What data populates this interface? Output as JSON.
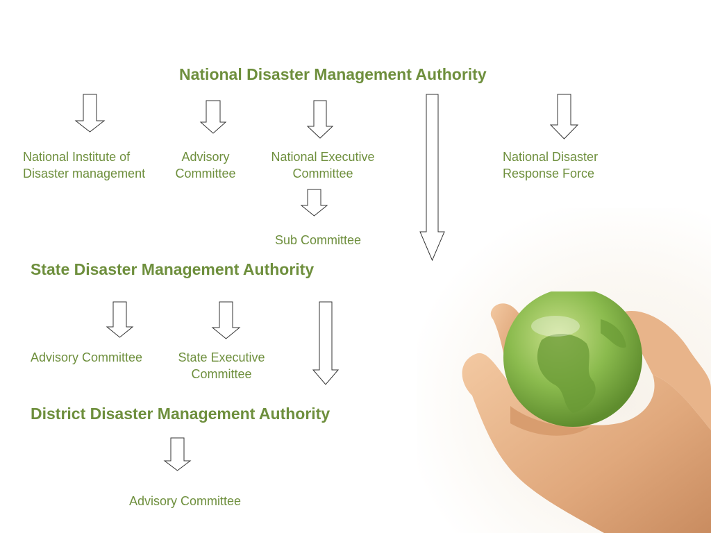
{
  "national": {
    "title": "National Disaster Management Authority",
    "nidm": "National Institute of\nDisaster management",
    "advisory": "Advisory\nCommittee",
    "nec": "National Executive\nCommittee",
    "ndrf": "National Disaster\nResponse Force",
    "sub": "Sub Committee"
  },
  "state": {
    "title": "State Disaster Management Authority",
    "advisory": "Advisory Committee",
    "sec": "State Executive\nCommittee"
  },
  "district": {
    "title": "District Disaster Management Authority",
    "advisory": "Advisory Committee"
  },
  "colors": {
    "text": "#6e8f3d",
    "globe": "#7fae4a"
  }
}
